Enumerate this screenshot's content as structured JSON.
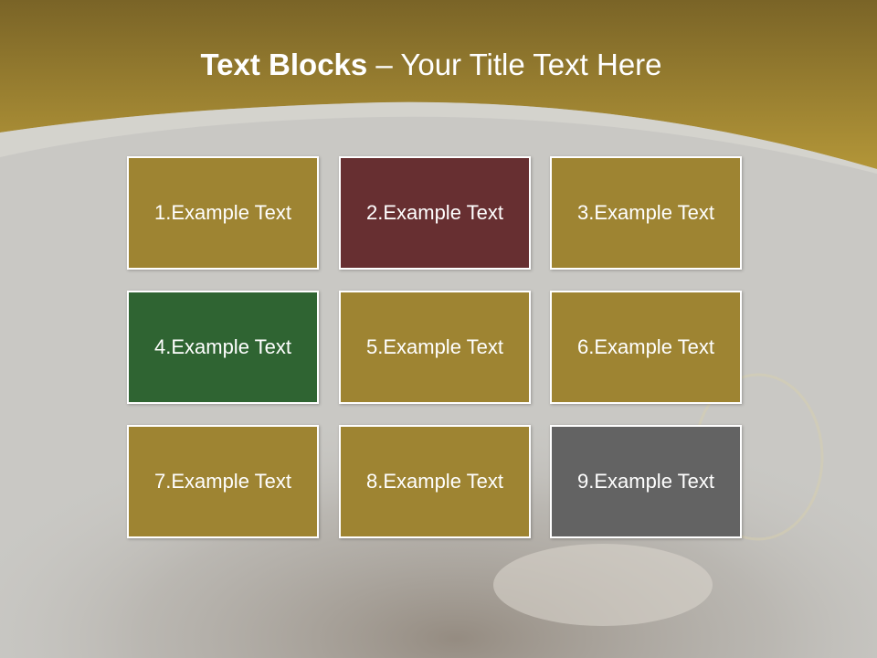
{
  "title": {
    "bold": "Text Blocks",
    "separator": " – ",
    "rest": "Your Title Text Here"
  },
  "blocks": [
    {
      "label": "1.Example Text",
      "color": "#9e8432"
    },
    {
      "label": "2.Example Text",
      "color": "#672f31"
    },
    {
      "label": "3.Example Text",
      "color": "#9e8432"
    },
    {
      "label": "4.Example Text",
      "color": "#2f6432"
    },
    {
      "label": "5.Example Text",
      "color": "#9e8432"
    },
    {
      "label": "6.Example Text",
      "color": "#9e8432"
    },
    {
      "label": "7.Example Text",
      "color": "#9e8432"
    },
    {
      "label": "8.Example Text",
      "color": "#9e8432"
    },
    {
      "label": "9.Example Text",
      "color": "#636363"
    }
  ],
  "colors": {
    "header_gold_dark": "#7b6426",
    "header_gold_light": "#b09438",
    "background_grey": "#c9c8c4",
    "text_white": "#ffffff"
  }
}
